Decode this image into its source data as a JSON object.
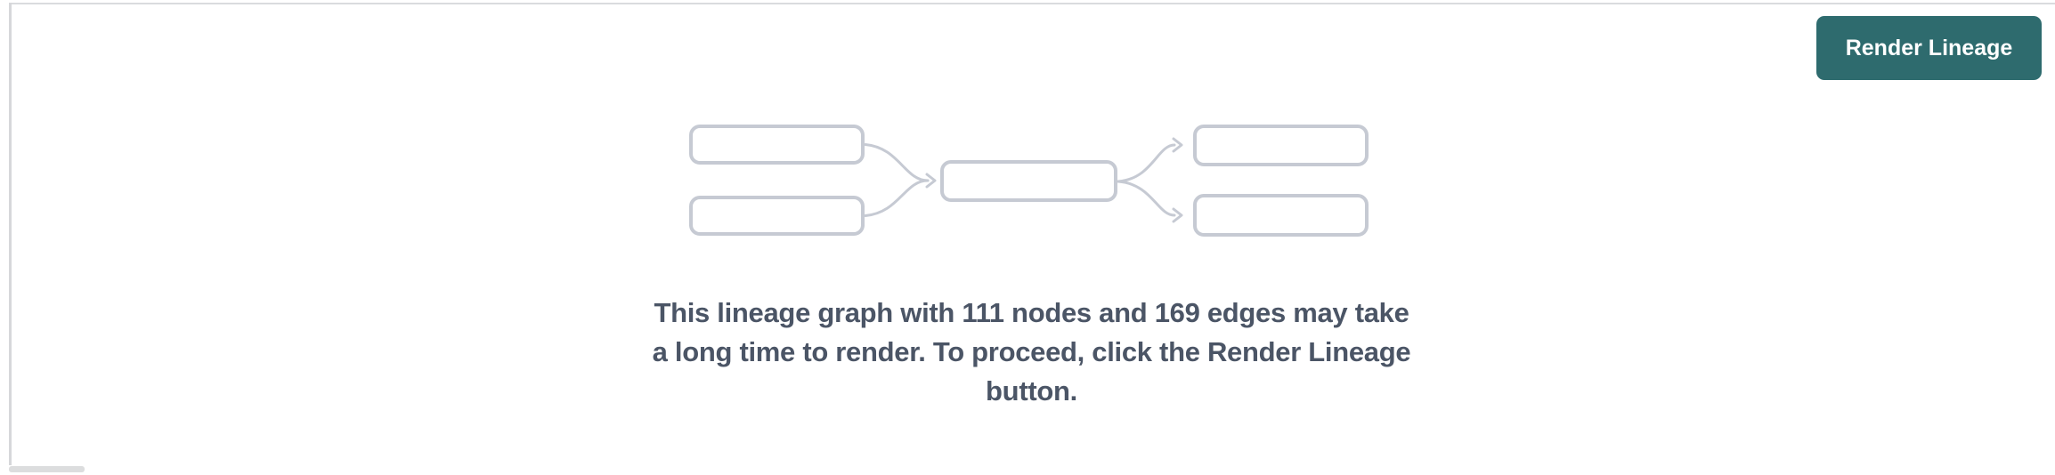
{
  "toolbar": {
    "render_lineage_label": "Render Lineage"
  },
  "message": {
    "full_text": "This lineage graph with 111 nodes and 169 edges may take a long time to render. To proceed, click the Render Lineage button.",
    "lines": [
      "This lineage graph with 111 nodes and 169 edges may take",
      "a long time to render. To proceed, click the Render Lineage",
      "button."
    ],
    "node_count": 111,
    "edge_count": 169
  },
  "illustration": {
    "description": "lineage-graph-placeholder",
    "box_count": 5,
    "arrow_count": 4
  },
  "colors": {
    "accent_teal": "#2e6b6e",
    "button_text": "#ffffff",
    "panel_border": "#dadbde",
    "node_border": "#c6cad3",
    "message_text": "#4b5566"
  }
}
